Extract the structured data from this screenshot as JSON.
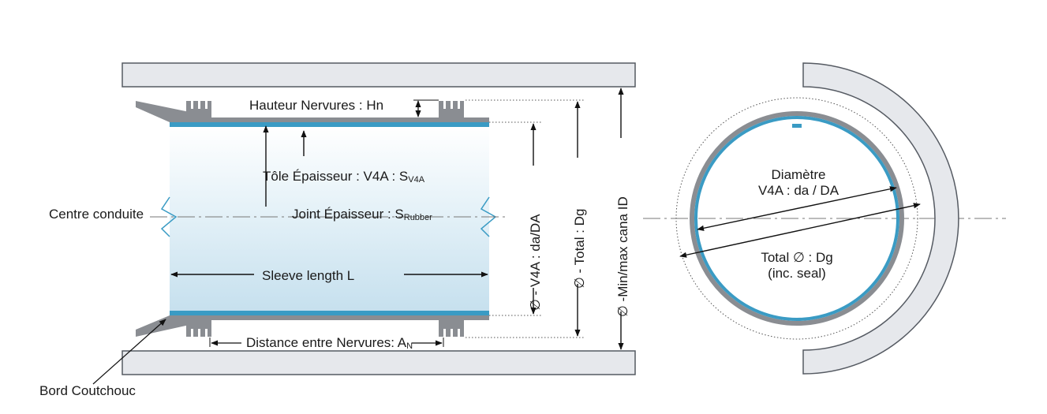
{
  "labels": {
    "hauteur": "Hauteur Nervures : Hn",
    "tole": "Tôle Épaisseur : V4A : S",
    "tole_sub": "V4A",
    "joint": "Joint  Épaisseur : S",
    "joint_sub": "Rubber",
    "centre": "Centre conduite",
    "sleeve": "Sleeve length L",
    "distance": "Distance entre Nervures: A",
    "distance_sub": "N",
    "bord": "Bord Coutchouc",
    "v4a_vertical": "∅ - V4A : da/DA",
    "total_vertical": "∅ - Total : Dg",
    "minmax_vertical": "∅ -Min/max cana ID",
    "diametre_line1": "Diamètre",
    "diametre_line2": "V4A : da / DA",
    "total_line1": "Total ∅ : Dg",
    "total_line2": "(inc. seal)"
  },
  "colors": {
    "pipe_fill": "#e6e8ec",
    "pipe_stroke": "#555a62",
    "steel_blue": "#3a9bc4",
    "rubber_gray": "#8a8d92",
    "sleeve_top": "#f4fafd",
    "sleeve_mid": "#d5e9f3",
    "annotation": "#111111"
  }
}
